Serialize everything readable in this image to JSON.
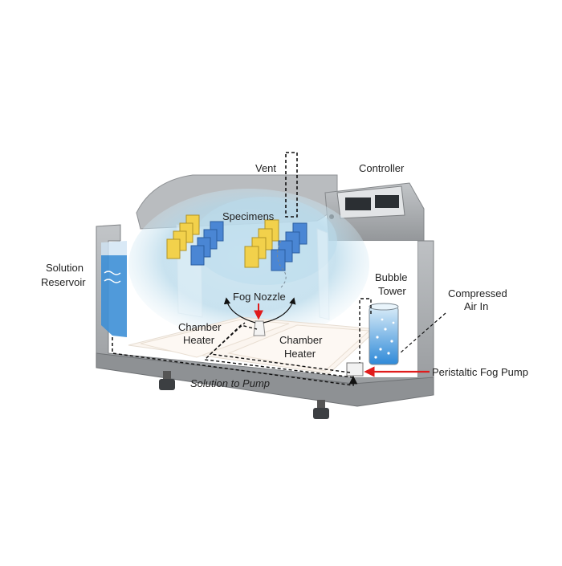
{
  "labels": {
    "vent": "Vent",
    "controller": "Controller",
    "specimens": "Specimens",
    "solution_reservoir_1": "Solution",
    "solution_reservoir_2": "Reservoir",
    "bubble_tower_1": "Bubble",
    "bubble_tower_2": "Tower",
    "compressed_air_1": "Compressed",
    "compressed_air_2": "Air In",
    "fog_nozzle": "Fog Nozzle",
    "chamber_heater_left_1": "Chamber",
    "chamber_heater_left_2": "Heater",
    "chamber_heater_right_1": "Chamber",
    "chamber_heater_right_2": "Heater",
    "peristaltic_fog_pump": "Peristaltic Fog Pump",
    "solution_to_pump": "Solution to Pump"
  },
  "colors": {
    "cabinet": "#a9acaf",
    "cabinet_dark": "#8a8d90",
    "fog": "#b7d9ea",
    "water": "#3d8fd6",
    "specimen_yellow": "#f2d14b",
    "specimen_blue": "#4a86d4",
    "accent_red": "#e01b1b",
    "controller_screen": "#2b2f33"
  }
}
